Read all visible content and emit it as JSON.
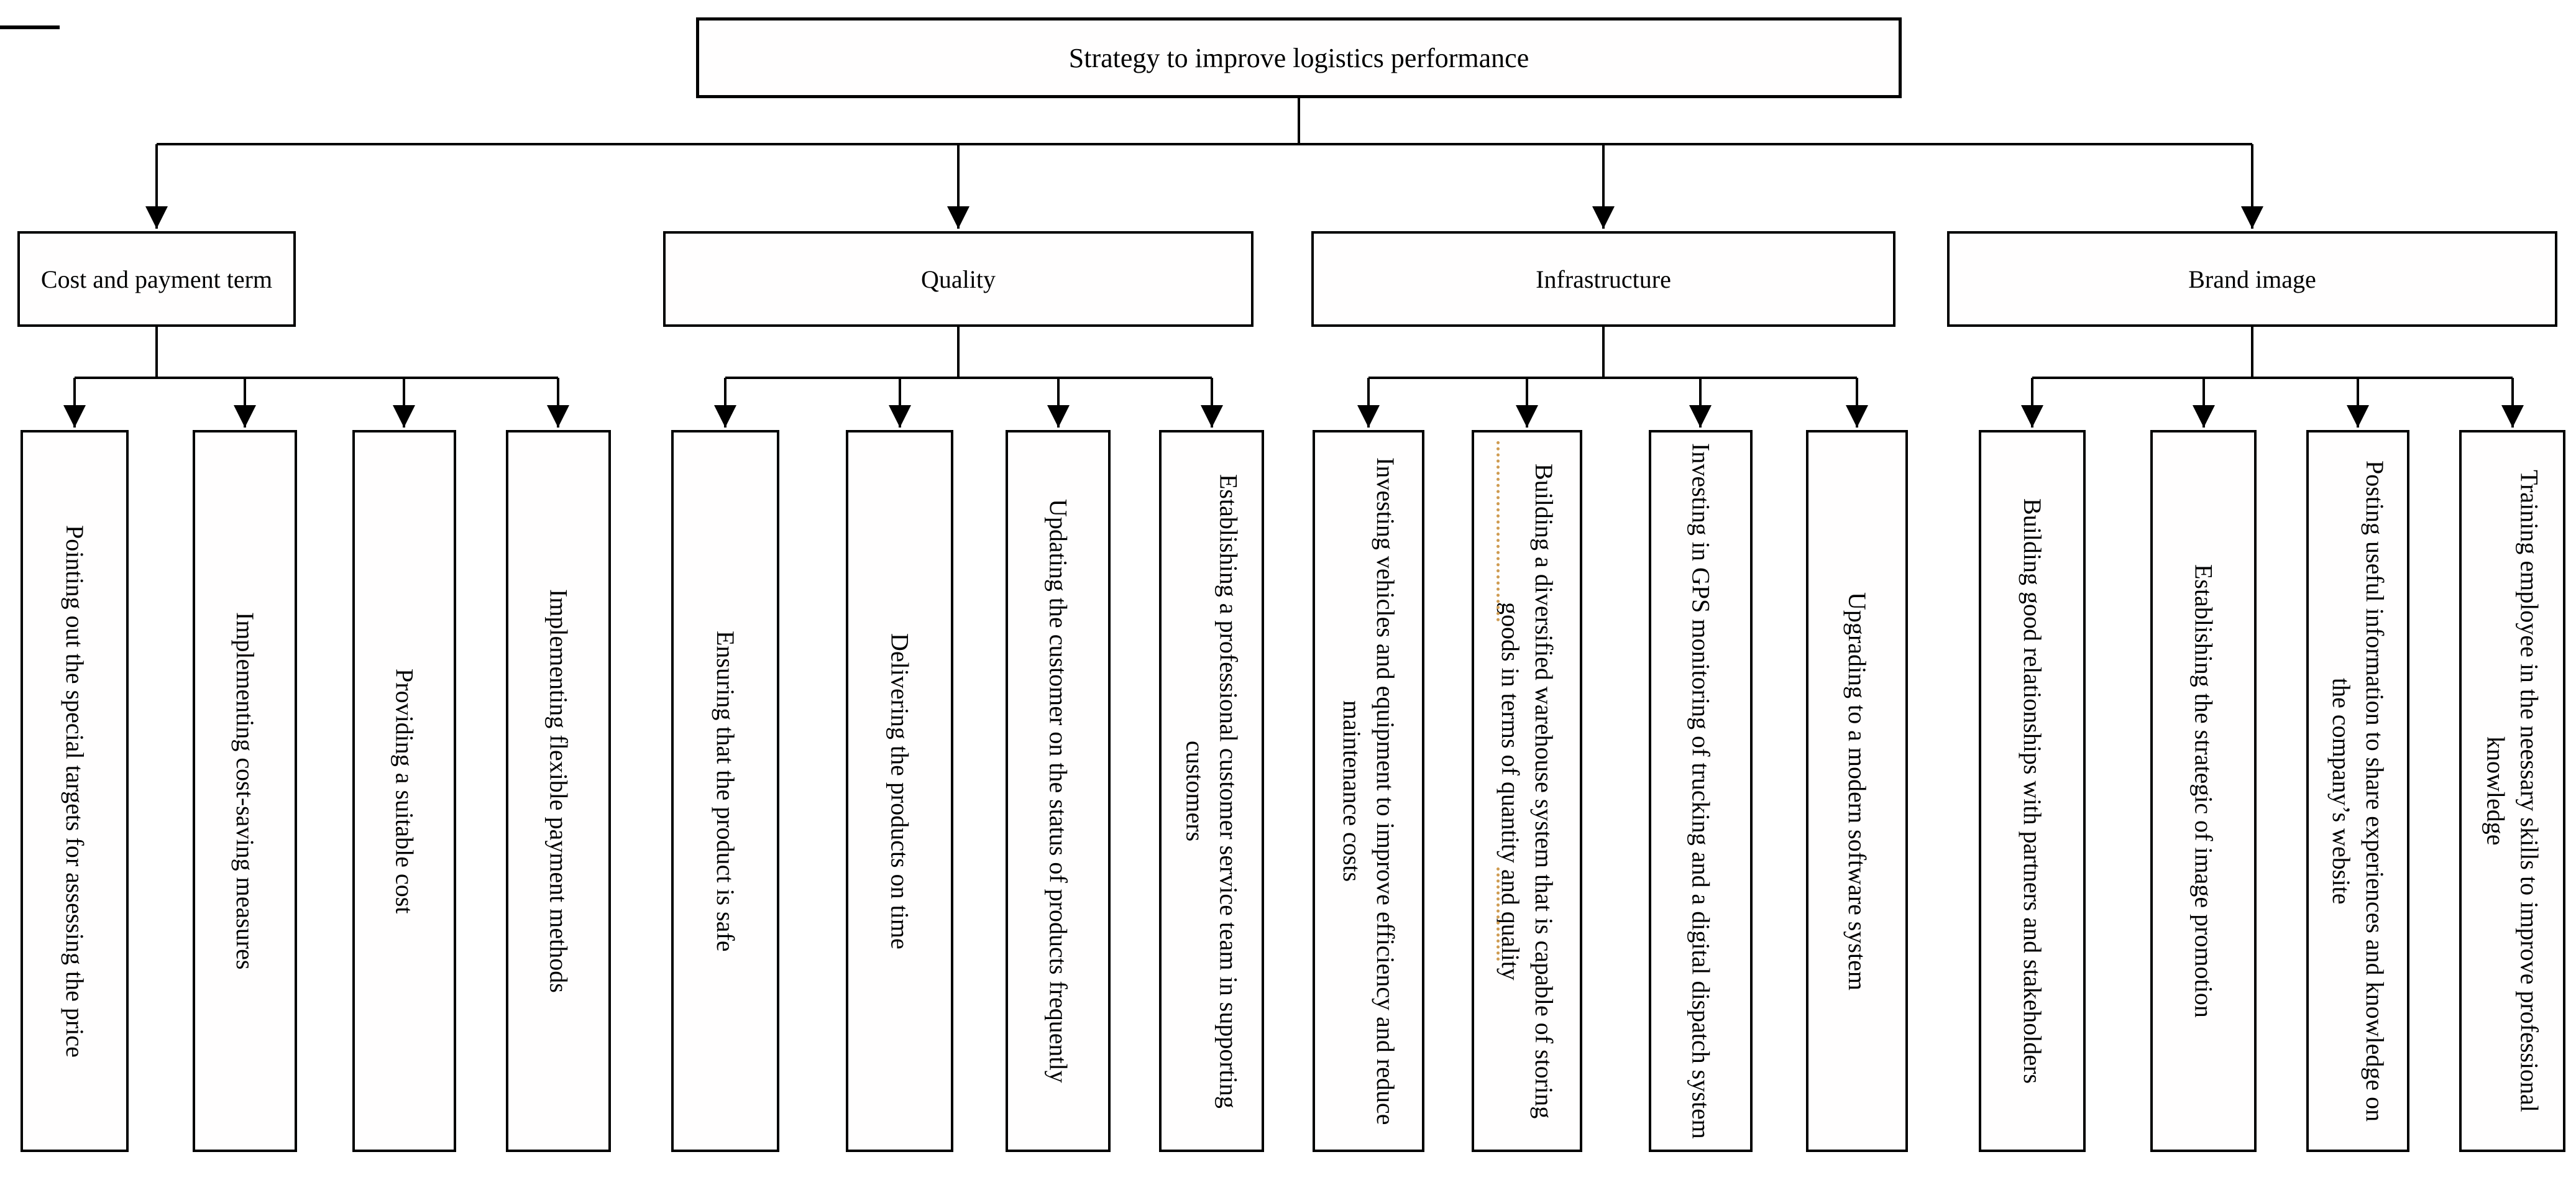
{
  "diagram": {
    "root": "Strategy to improve logistics performance",
    "groups": [
      {
        "label": "Cost and payment term",
        "children": [
          "Pointing out the special targets for assessing the price",
          "Implementing cost-saving measures",
          "Providing a suitable cost",
          "Implementing flexible payment methods"
        ]
      },
      {
        "label": "Quality",
        "children": [
          "Ensuring that the product is safe",
          "Delivering the products on time",
          "Updating the customer on the status of products frequently",
          "Establishing a professional customer service team in supporting customers"
        ]
      },
      {
        "label": "Infrastructure",
        "children": [
          "Investing vehicles and equipment to improve efficiency and reduce maintenance costs",
          "Building a diversified warehouse system that is capable of storing goods in terms of quantity and quality",
          "Investing in GPS monitoring of trucking and a digital dispatch system",
          "Upgrading to a modern software system"
        ]
      },
      {
        "label": "Brand image",
        "children": [
          "Building good relationships with partners and stakeholders",
          "Establishing the strategic of image promotion",
          "Posting useful information to share experiences and knowledge on the company’s website",
          "Training employee in the neessary skills to improve professional knowledge"
        ]
      }
    ],
    "colors": {
      "line": "#000000",
      "proofing_underline": "#cf9b50"
    }
  }
}
